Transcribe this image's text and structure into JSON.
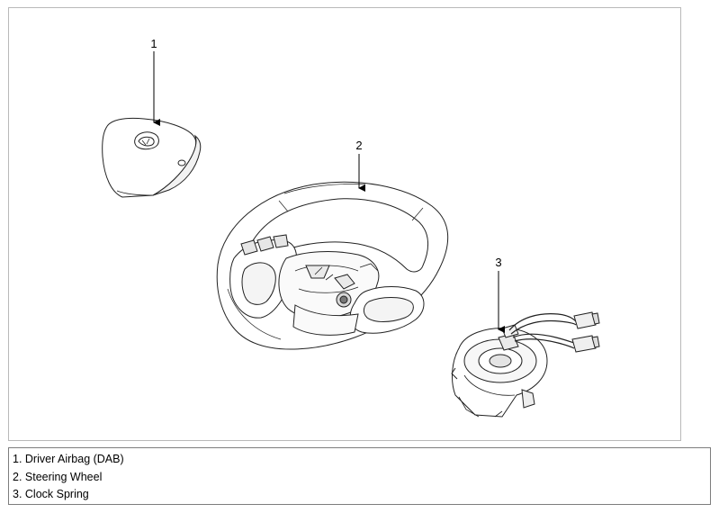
{
  "callouts": [
    {
      "number": "1"
    },
    {
      "number": "2"
    },
    {
      "number": "3"
    }
  ],
  "legend": [
    "1. Driver Airbag (DAB)",
    "2. Steering Wheel",
    "3. Clock Spring"
  ]
}
